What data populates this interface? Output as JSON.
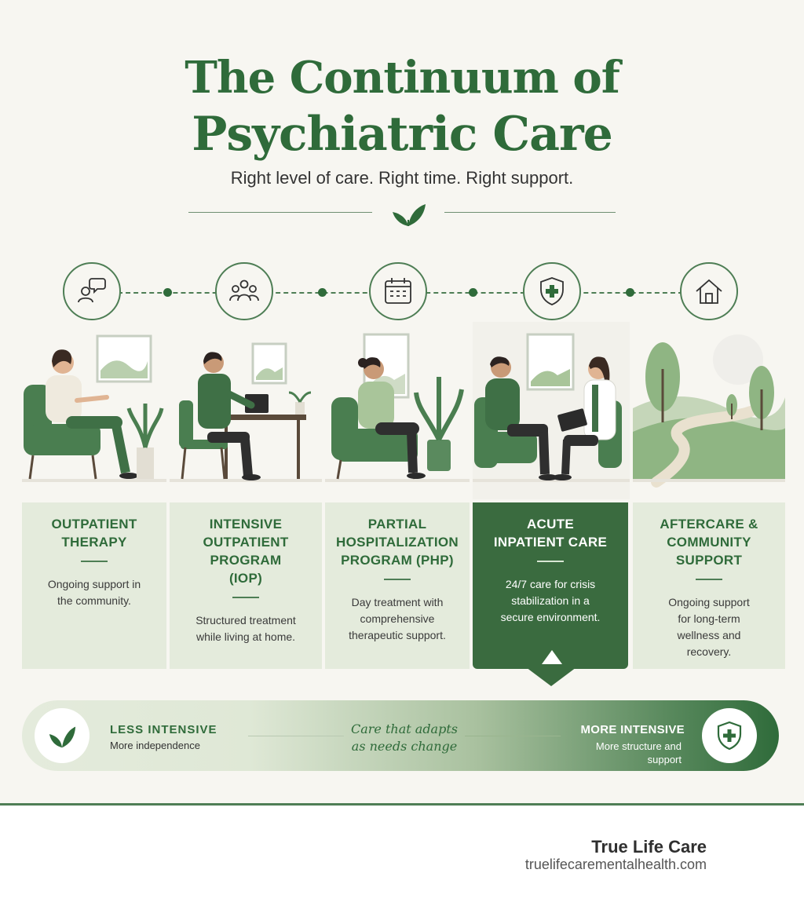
{
  "header": {
    "title_line1": "The Continuum of",
    "title_line2": "Psychiatric Care",
    "subtitle": "Right level of care. Right time. Right support."
  },
  "levels": [
    {
      "icon": "conversation-icon",
      "title": "OUTPATIENT THERAPY",
      "description": "Ongoing support in the community."
    },
    {
      "icon": "group-icon",
      "title": "INTENSIVE OUTPATIENT PROGRAM (IOP)",
      "description": "Structured treatment while living at home."
    },
    {
      "icon": "calendar-icon",
      "title": "PARTIAL HOSPITALIZATION PROGRAM (PHP)",
      "description": "Day treatment with comprehensive therapeutic support."
    },
    {
      "icon": "shield-cross-icon",
      "title": "ACUTE INPATIENT CARE",
      "description": "24/7 care for crisis stabilization in a secure environment."
    },
    {
      "icon": "house-icon",
      "title": "AFTERCARE & COMMUNITY SUPPORT",
      "description": "Ongoing support for long-term wellness and recovery."
    }
  ],
  "intensity_bar": {
    "left_label": "LESS INTENSIVE",
    "left_sub": "More independence",
    "middle_text": "Care that adapts as needs change",
    "right_label": "MORE INTENSIVE",
    "right_sub": "More structure and support"
  },
  "footer": {
    "brand": "True Life Care",
    "url": "truelifecarementalhealth.com"
  },
  "colors": {
    "primary_green": "#2f6b3a",
    "light_green": "#e4ebdc",
    "background": "#f7f6f1"
  }
}
